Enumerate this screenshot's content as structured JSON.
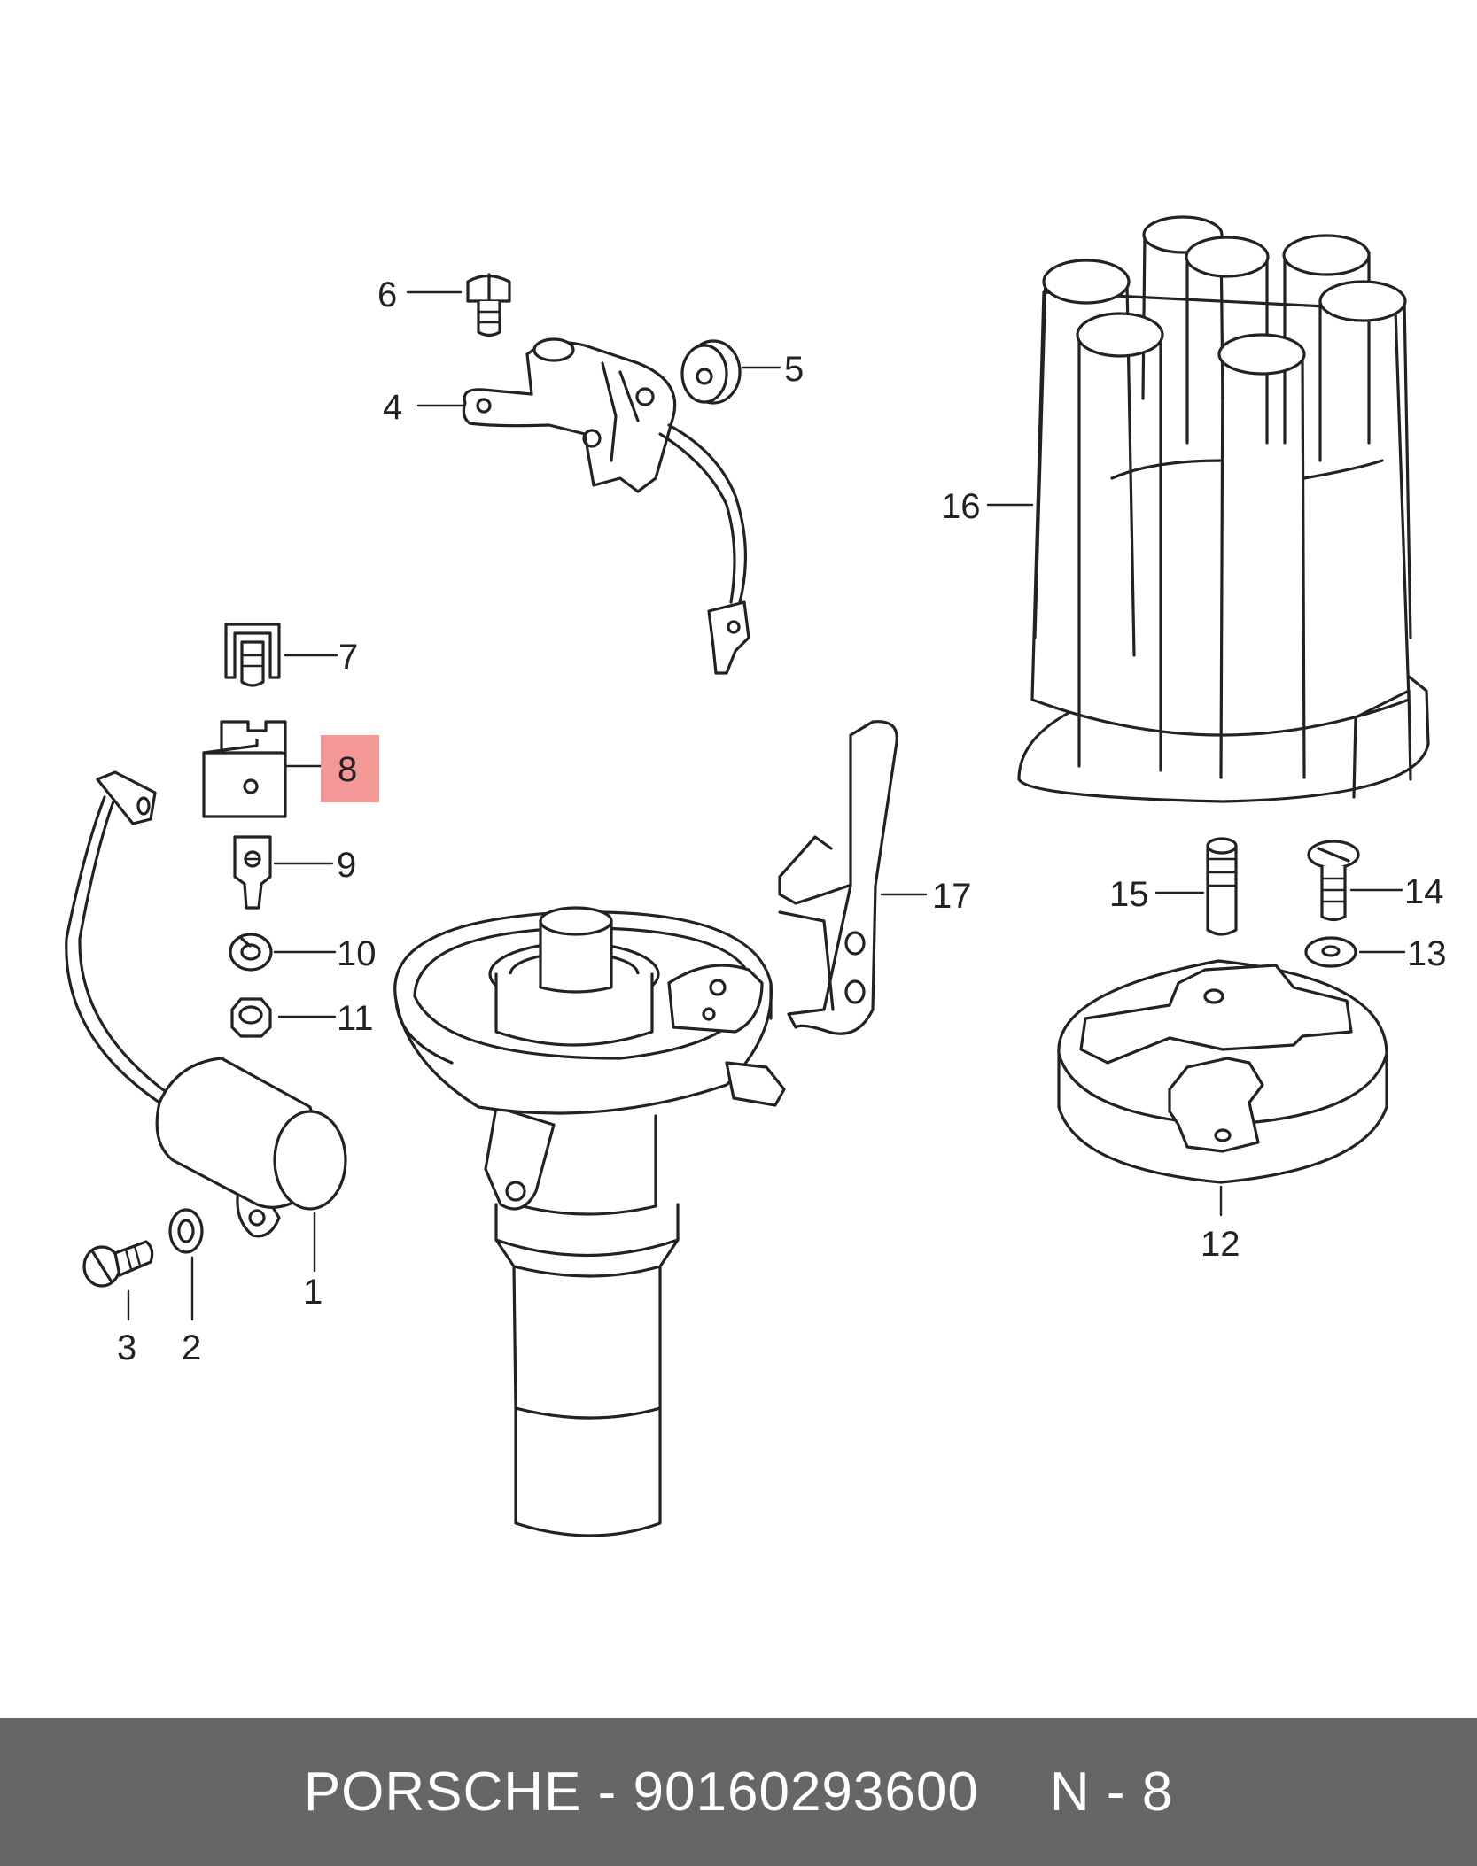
{
  "callouts": {
    "c1": "1",
    "c2": "2",
    "c3": "3",
    "c4": "4",
    "c5": "5",
    "c6": "6",
    "c7": "7",
    "c8": "8",
    "c9": "9",
    "c10": "10",
    "c11": "11",
    "c12": "12",
    "c13": "13",
    "c14": "14",
    "c15": "15",
    "c16": "16",
    "c17": "17"
  },
  "highlighted_callout": "8",
  "highlight_color": "#f28c8c",
  "footer": {
    "brand": "PORSCHE",
    "separator": " - ",
    "part_number": "90160293600",
    "diagram_ref": "N - 8",
    "background": "#666666"
  }
}
